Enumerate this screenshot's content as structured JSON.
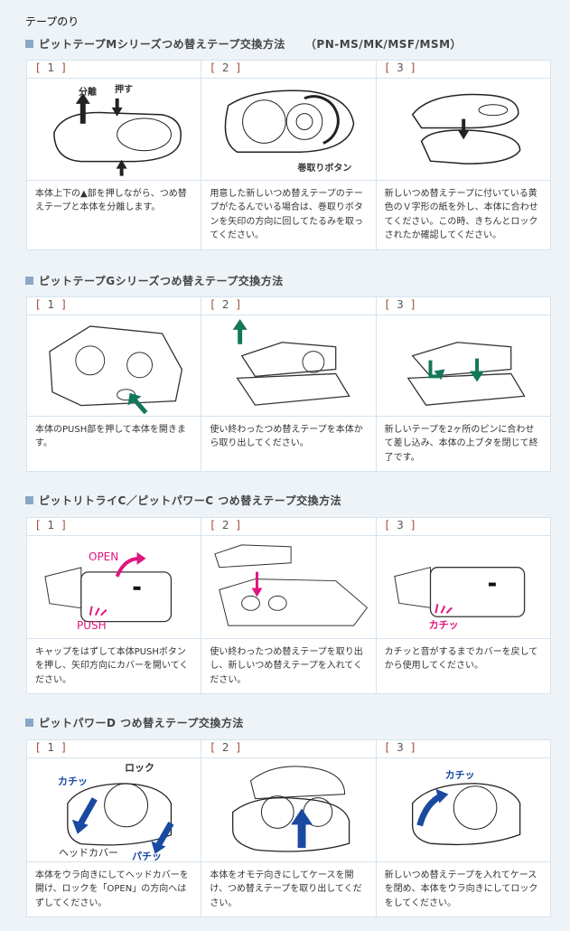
{
  "page_title": "テープのり",
  "colors": {
    "accent_bracket": "#a04a36",
    "green_arrow": "#11785a",
    "magenta_arrow": "#e0157f",
    "blue_arrow": "#1a4aa0"
  },
  "sections": [
    {
      "title": "ピットテープMシリーズつめ替えテープ交換方法",
      "models": "（PN-MS/MK/MSF/MSM）",
      "steps": [
        {
          "num": "1",
          "captions": [
            "分離",
            "押す"
          ],
          "text": "本体上下の▲部を押しながら、つめ替えテープと本体を分離します。"
        },
        {
          "num": "2",
          "captions": [
            "巻取りボタン"
          ],
          "text": "用意した新しいつめ替えテープのテープがたるんでいる場合は、巻取りボタンを矢印の方向に回してたるみを取ってください。"
        },
        {
          "num": "3",
          "captions": [],
          "text": "新しいつめ替えテープに付いている黄色のＶ字形の紙を外し、本体に合わせてください。この時、きちんとロックされたか確認してください。"
        }
      ]
    },
    {
      "title": "ピットテープGシリーズつめ替えテープ交換方法",
      "models": "",
      "steps": [
        {
          "num": "1",
          "captions": [],
          "text": "本体のPUSH部を押して本体を開きます。"
        },
        {
          "num": "2",
          "captions": [],
          "text": "使い終わったつめ替えテープを本体から取り出してください。"
        },
        {
          "num": "3",
          "captions": [],
          "text": "新しいテープを2ヶ所のピンに合わせて差し込み、本体の上ブタを閉じて終了です。"
        }
      ]
    },
    {
      "title": "ピットリトライC／ピットパワーC つめ替えテープ交換方法",
      "models": "",
      "steps": [
        {
          "num": "1",
          "captions": [
            "OPEN",
            "PUSH"
          ],
          "text": "キャップをはずして本体PUSHボタンを押し、矢印方向にカバーを開いてください。"
        },
        {
          "num": "2",
          "captions": [],
          "text": "使い終わったつめ替えテープを取り出し、新しいつめ替えテープを入れてください。"
        },
        {
          "num": "3",
          "captions": [
            "カチッ"
          ],
          "text": "カチッと音がするまでカバーを戻してから使用してください。"
        }
      ]
    },
    {
      "title": "ピットパワーD つめ替えテープ交換方法",
      "models": "",
      "steps": [
        {
          "num": "1",
          "captions": [
            "ロック",
            "カチッ",
            "ヘッドカバー",
            "パチッ"
          ],
          "text": "本体をウラ向きにしてヘッドカバーを開け、ロックを「OPEN」の方向へはずしてください。"
        },
        {
          "num": "2",
          "captions": [],
          "text": "本体をオモテ向きにしてケースを開け、つめ替えテープを取り出してください。"
        },
        {
          "num": "3",
          "captions": [
            "カチッ"
          ],
          "text": "新しいつめ替えテープを入れてケースを閉め、本体をウラ向きにしてロックをしてください。"
        }
      ]
    }
  ]
}
